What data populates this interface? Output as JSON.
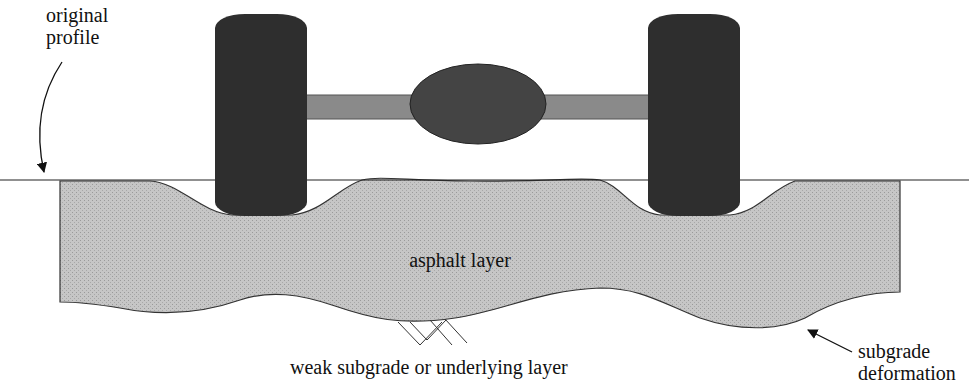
{
  "diagram": {
    "nodes": [
      {
        "text": [
          "asphalt layer"
        ]
      }
    ],
    "labels": [
      "original profile",
      "weak subgrade or underlying layer",
      "subgrade deformation"
    ]
  }
}
